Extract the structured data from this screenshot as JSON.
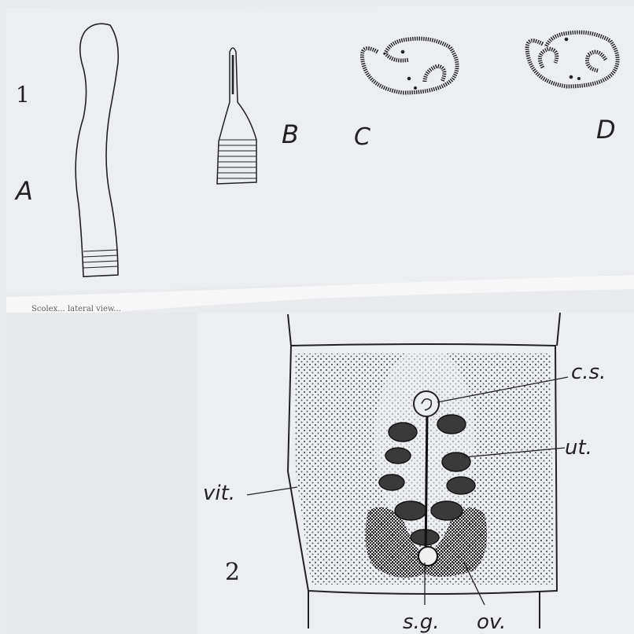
{
  "figure1": {
    "number": "1",
    "labels": {
      "a": "A",
      "b": "B",
      "c": "C",
      "d": "D"
    },
    "caption_fragment": "Scolex... lateral view..."
  },
  "figure2": {
    "number": "2",
    "labels": {
      "cs": "c.s.",
      "ut": "ut.",
      "vit": "vit.",
      "sg": "s.g.",
      "ov": "ov."
    }
  },
  "colors": {
    "paper": "#eceef1",
    "ink": "#222222",
    "stipple": "#3a3a3a"
  }
}
